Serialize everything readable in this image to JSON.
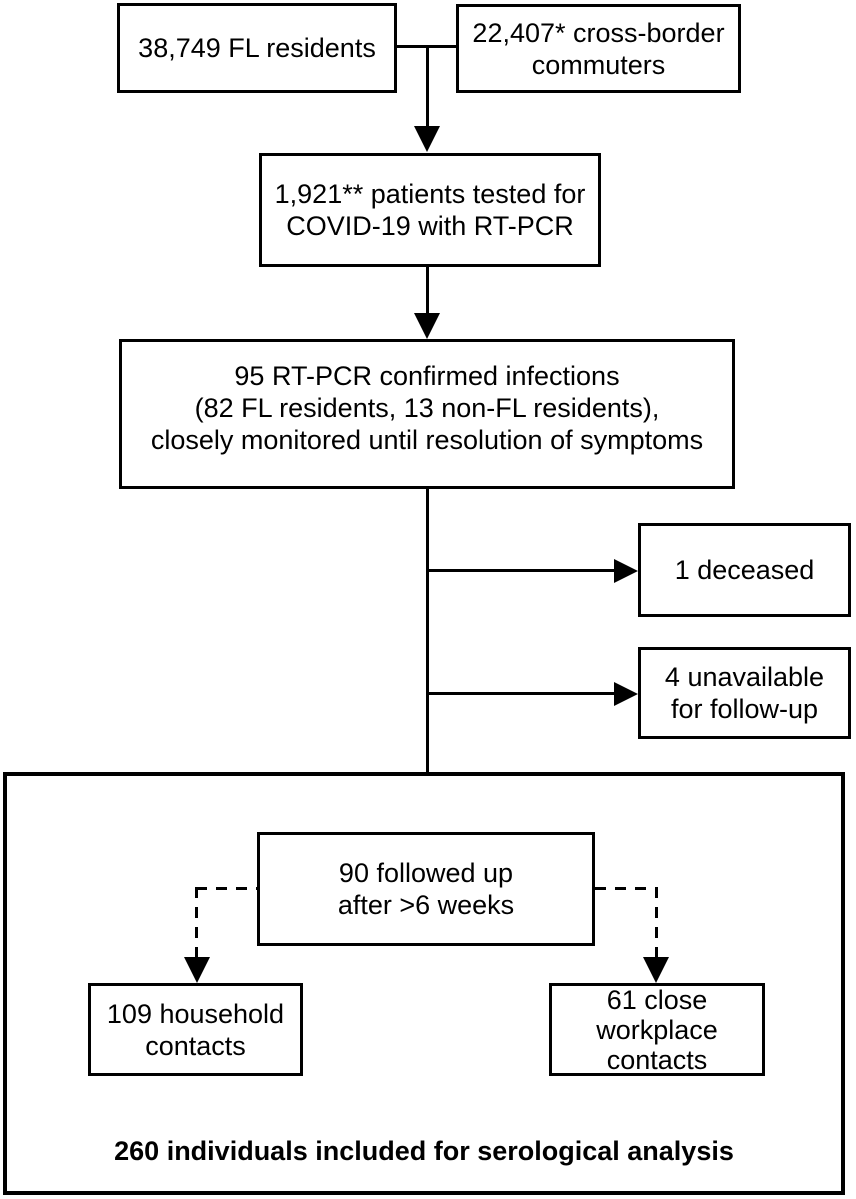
{
  "diagram": {
    "type": "flowchart",
    "background_color": "#ffffff",
    "line_color": "#000000",
    "boxes": {
      "fl_residents": {
        "lines": [
          "38,749 FL residents"
        ]
      },
      "commuters": {
        "lines": [
          "22,407* cross-border",
          "commuters"
        ]
      },
      "tested": {
        "lines": [
          "1,921** patients tested for",
          "COVID-19 with RT-PCR"
        ]
      },
      "confirmed": {
        "lines": [
          "95 RT-PCR confirmed infections",
          "(82 FL residents, 13 non-FL residents),",
          "closely monitored until resolution of symptoms"
        ]
      },
      "deceased": {
        "lines": [
          "1 deceased"
        ]
      },
      "unavailable": {
        "lines": [
          "4 unavailable",
          "for follow-up"
        ]
      },
      "followed_up": {
        "lines": [
          "90 followed up",
          "after >6 weeks"
        ]
      },
      "household_contacts": {
        "lines": [
          "109 household",
          "contacts"
        ]
      },
      "workplace_contacts": {
        "lines": [
          "61 close",
          "workplace",
          "contacts"
        ]
      }
    },
    "note": "260 individuals included for serological analysis"
  }
}
